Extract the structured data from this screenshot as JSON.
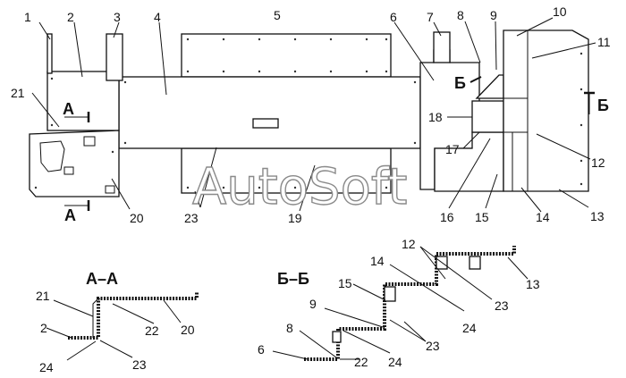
{
  "diagram": {
    "callouts": {
      "c1": "1",
      "c2": "2",
      "c3": "3",
      "c4": "4",
      "c5": "5",
      "c6": "6",
      "c7": "7",
      "c8": "8",
      "c9": "9",
      "c10": "10",
      "c11": "11",
      "c12": "12",
      "c13": "13",
      "c14": "14",
      "c15": "15",
      "c16": "16",
      "c17": "17",
      "c18": "18",
      "c19": "19",
      "c20": "20",
      "c21": "21",
      "c23": "23"
    },
    "section_marks": {
      "a_top": "А",
      "a_bottom": "А",
      "b_left": "Б",
      "b_right": "Б"
    },
    "section_aa": {
      "title": "А–А",
      "labels": {
        "l21": "21",
        "l2": "2",
        "l22": "22",
        "l20": "20",
        "l24": "24",
        "l23": "23"
      }
    },
    "section_bb": {
      "title": "Б–Б",
      "labels": {
        "l12": "12",
        "l14": "14",
        "l15": "15",
        "l13": "13",
        "l23a": "23",
        "l24a": "24",
        "l9": "9",
        "l8": "8",
        "l23b": "23",
        "l6": "6",
        "l22": "22",
        "l24b": "24"
      }
    },
    "watermark": "AutoSoft"
  }
}
